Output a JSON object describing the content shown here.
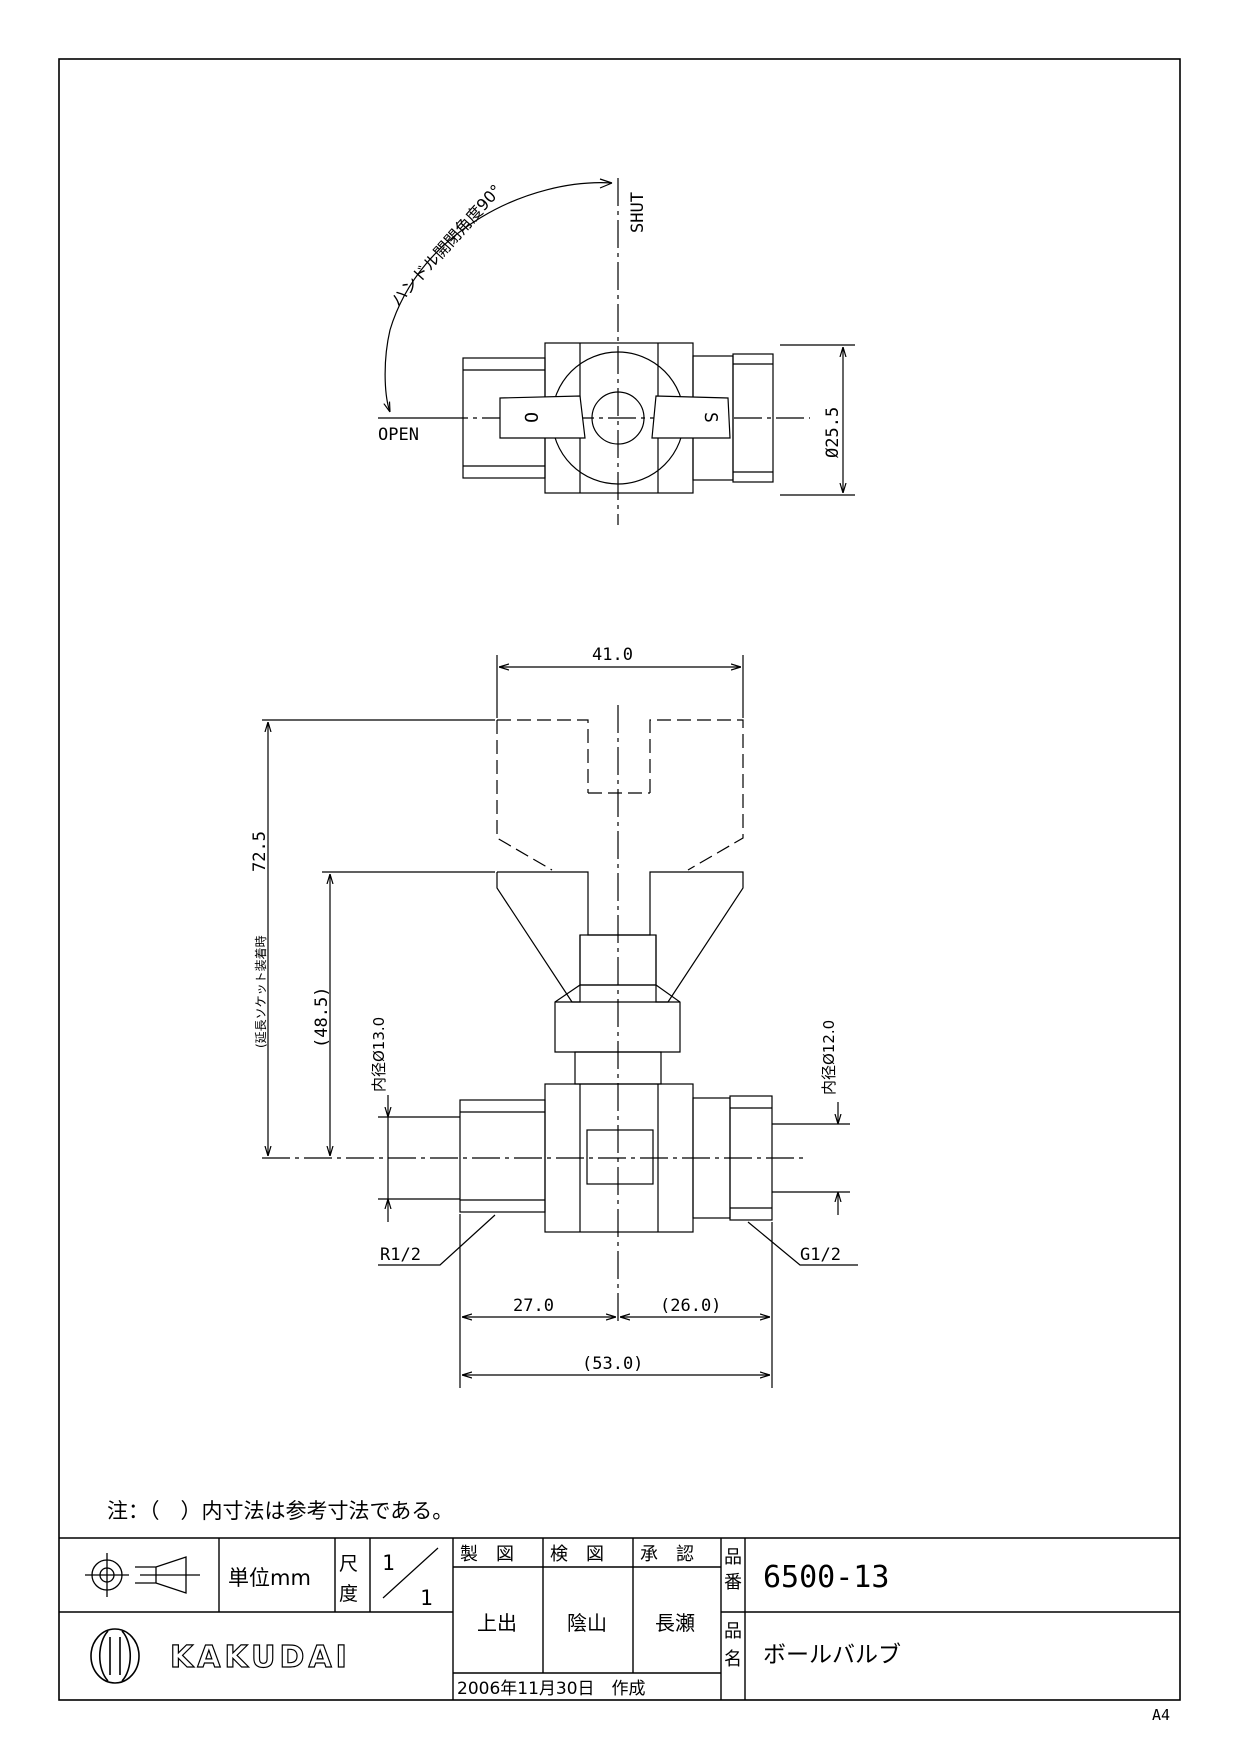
{
  "drawing": {
    "top_view": {
      "label_shut": "SHUT",
      "label_open": "OPEN",
      "handle_angle_note": "ハンドル開閉角度90°",
      "handle_mark_open": "O",
      "handle_mark_shut": "S",
      "dim_diameter": "Ø25.5"
    },
    "side_view": {
      "dim_handle_width": "41.0",
      "dim_ext_height": "72.5",
      "ext_socket_note": "(延長ソケット装着時",
      "dim_height": "(48.5)",
      "inner_dia_left": "内径Ø13.0",
      "inner_dia_right": "内径Ø12.0",
      "thread_left": "R1/2",
      "thread_right": "G1/2",
      "dim_left_len": "27.0",
      "dim_right_len": "(26.0)",
      "dim_total_len": "(53.0)"
    }
  },
  "note": "注：（　）内寸法は参考寸法である。",
  "title_block": {
    "unit_label": "単位mm",
    "scale_label_1": "尺",
    "scale_label_2": "度",
    "scale_num": "1",
    "scale_den": "1",
    "header_drawn": "製　図",
    "header_checked": "検　図",
    "header_approved": "承　認",
    "name_drawn": "上出",
    "name_checked": "陰山",
    "name_approved": "長瀬",
    "date": "2006年11月30日　作成",
    "part_no_label_1": "品",
    "part_no_label_2": "番",
    "part_no": "6500-13",
    "part_name_label_1": "品",
    "part_name_label_2": "名",
    "part_name": "ボールバルブ",
    "company": "KAKUDAI"
  },
  "sheet_size": "A4"
}
